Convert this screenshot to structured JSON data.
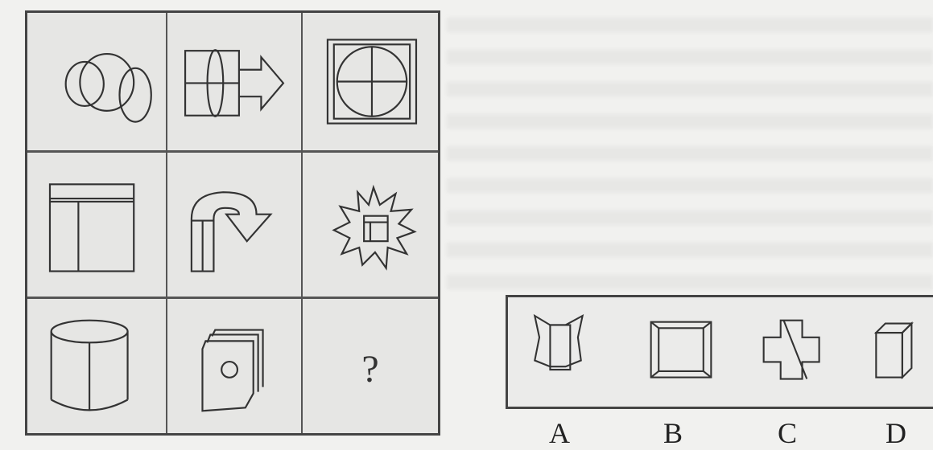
{
  "puzzle": {
    "missing_marker": "?",
    "cells": [
      {
        "row": 1,
        "col": 1,
        "icon": "ovals-cluster-icon"
      },
      {
        "row": 1,
        "col": 2,
        "icon": "arrow-with-oval-icon"
      },
      {
        "row": 1,
        "col": 3,
        "icon": "circle-cross-in-square-icon"
      },
      {
        "row": 2,
        "col": 1,
        "icon": "window-panel-icon"
      },
      {
        "row": 2,
        "col": 2,
        "icon": "curved-arrow-icon"
      },
      {
        "row": 2,
        "col": 3,
        "icon": "starburst-box-icon"
      },
      {
        "row": 3,
        "col": 1,
        "icon": "cylinder-icon"
      },
      {
        "row": 3,
        "col": 2,
        "icon": "stacked-cards-icon"
      },
      {
        "row": 3,
        "col": 3,
        "icon": "question-mark"
      }
    ]
  },
  "options": [
    {
      "label": "A",
      "icon": "folded-banner-icon"
    },
    {
      "label": "B",
      "icon": "beveled-frame-icon"
    },
    {
      "label": "C",
      "icon": "split-cross-icon"
    },
    {
      "label": "D",
      "icon": "box-icon"
    }
  ]
}
